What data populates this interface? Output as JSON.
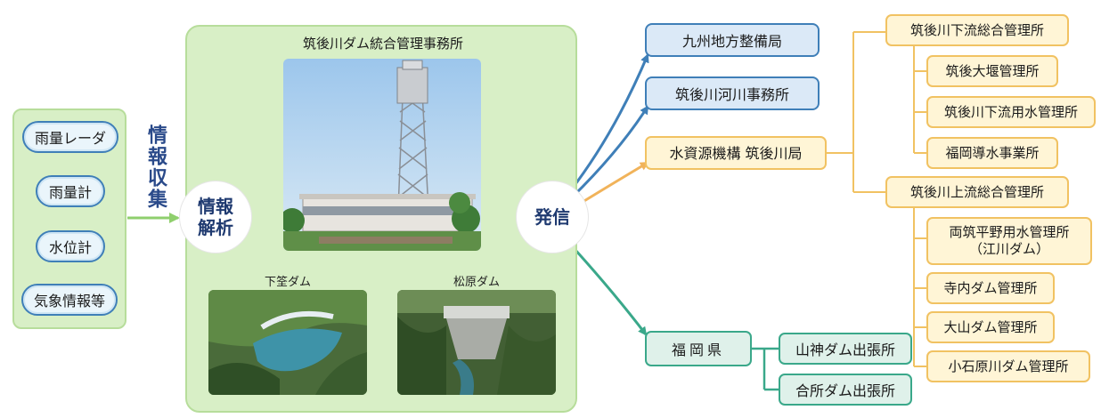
{
  "inputs": {
    "items": [
      "雨量レーダ",
      "雨量計",
      "水位計",
      "気象情報等"
    ],
    "collect_label": "情報収集"
  },
  "center": {
    "title": "筑後川ダム統合管理事務所",
    "analysis_label_line1": "情報",
    "analysis_label_line2": "解析",
    "photo_left_caption": "下筌ダム",
    "photo_right_caption": "松原ダム",
    "send_label": "発信"
  },
  "targets": {
    "kyushu": "九州地方整備局",
    "chikugo_river_office": "筑後川河川事務所",
    "water_agency": "水資源機構 筑後川局",
    "fukuoka": "福岡県"
  },
  "water_agency_children": {
    "lower": "筑後川下流総合管理所",
    "lower_children": [
      "筑後大堰管理所",
      "筑後川下流用水管理所",
      "福岡導水事業所"
    ],
    "upper": "筑後川上流総合管理所",
    "upper_children": [
      "両筑平野用水管理所\n（江川ダム）",
      "寺内ダム管理所",
      "大山ダム管理所",
      "小石原川ダム管理所"
    ]
  },
  "fukuoka_children": [
    "山神ダム出張所",
    "合所ダム出張所"
  ],
  "colors": {
    "blue_arrow": "#3f7fb8",
    "orange_arrow": "#f1b35a",
    "teal_arrow": "#3aa88a",
    "green_arrow": "#8fcf6d",
    "panel_green": "#d8efc6"
  }
}
